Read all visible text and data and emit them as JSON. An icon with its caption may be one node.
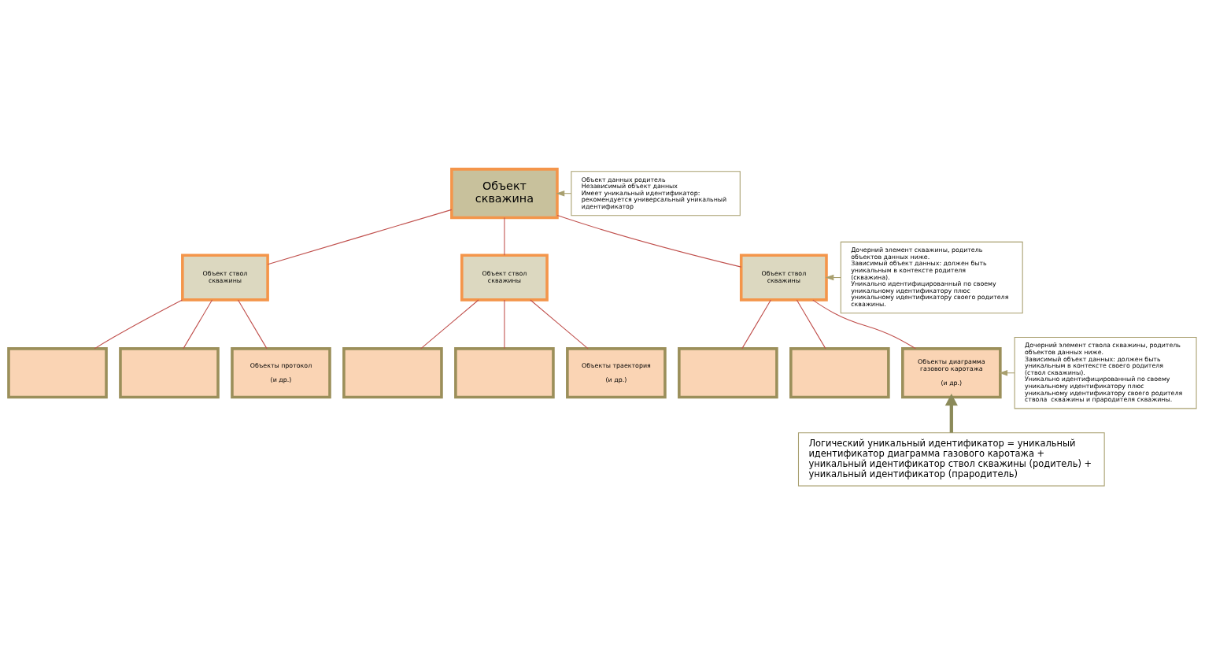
{
  "diagram": {
    "nodes": [
      {
        "text": [
          "Объект скважина"
        ]
      },
      {
        "text": [
          "Объект ствол скважины"
        ]
      },
      {
        "text": [
          "Объект ствол скважины"
        ]
      },
      {
        "text": [
          "Объект ствол скважины"
        ]
      },
      {
        "text": [],
        "shape": "box"
      },
      {
        "text": [],
        "shape": "box"
      },
      {
        "text": [
          "Объекты протокол",
          "(и др.)"
        ]
      },
      {
        "text": [],
        "shape": "box"
      },
      {
        "text": [],
        "shape": "box"
      },
      {
        "text": [
          "Объекты траектория",
          "(и др.)"
        ]
      },
      {
        "text": [],
        "shape": "box"
      },
      {
        "text": [],
        "shape": "box"
      },
      {
        "text": [
          "Объекты диаграмма газового каротажа",
          "(и др.)"
        ]
      },
      {
        "text": [
          "Объект данных родитель",
          "Независимый объект данных",
          "Имеет уникальный идентификатор: рекомендуется универсальный уникальный идентификатор"
        ]
      },
      {
        "text": [
          "Дочерний элемент скважины, родитель объектов данных ниже.",
          "Зависимый объект данных: должен быть уникальным в контексте родителя (скважина).",
          "Уникально идентифицированный по своему уникальному идентификатору плюс уникальному идентификатору своего родителя скважины."
        ]
      },
      {
        "text": [
          "Дочерний элемент ствола скважины, родитель объектов данных ниже.",
          "Зависимый объект данных: должен быть уникальным в контексте своего родителя (ствол скважины).",
          "Уникально идентифицированный по своему уникальному идентификатору плюс уникальному идентификатору своего родителя ствола  скважины и прародителя скважины."
        ]
      },
      {
        "text": [
          "Логический уникальный идентификатор = уникальный идентификатор диаграмма газового каротажа + уникальный идентификатор ствол скважины (родитель) + уникальный идентификатор (прародитель)"
        ]
      }
    ],
    "edges": [
      {
        "from": 0,
        "to": 1,
        "arrow": "none"
      },
      {
        "from": 0,
        "to": 2,
        "arrow": "none"
      },
      {
        "from": 0,
        "to": 3,
        "arrow": "none"
      },
      {
        "from": 1,
        "to": 4,
        "arrow": "none"
      },
      {
        "from": 1,
        "to": 5,
        "arrow": "none"
      },
      {
        "from": 1,
        "to": 6,
        "arrow": "none"
      },
      {
        "from": 2,
        "to": 7,
        "arrow": "none"
      },
      {
        "from": 2,
        "to": 8,
        "arrow": "none"
      },
      {
        "from": 2,
        "to": 9,
        "arrow": "none"
      },
      {
        "from": 3,
        "to": 10,
        "arrow": "none"
      },
      {
        "from": 3,
        "to": 11,
        "arrow": "none"
      },
      {
        "from": 3,
        "to": 12,
        "arrow": "none"
      },
      {
        "from": 13,
        "to": 0,
        "arrow": "to",
        "color": "#a89f6e"
      },
      {
        "from": 14,
        "to": 3,
        "arrow": "to",
        "color": "#a89f6e"
      },
      {
        "from": 15,
        "to": 12,
        "arrow": "to",
        "color": "#a89f6e"
      },
      {
        "from": 16,
        "to": 12,
        "arrow": "to",
        "style": "thick",
        "color": "#8b8a5a"
      }
    ]
  }
}
